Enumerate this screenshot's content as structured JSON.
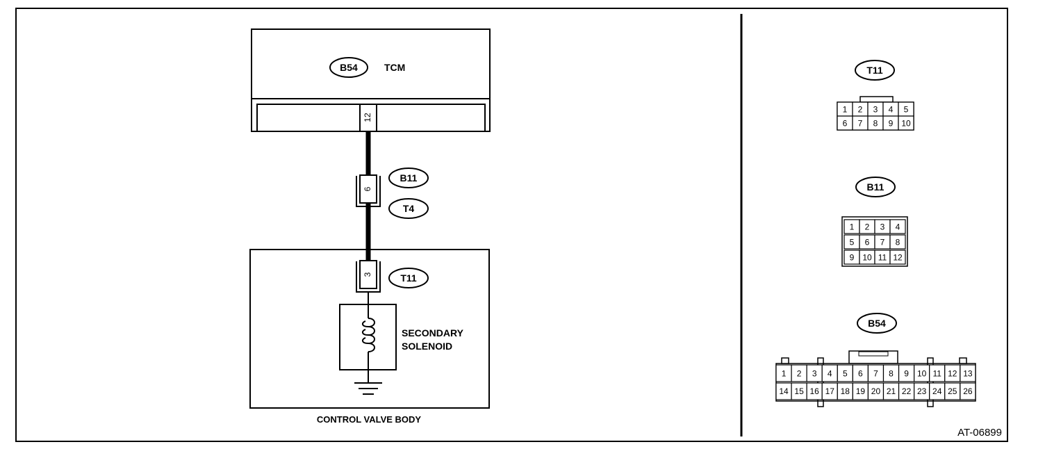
{
  "tcm": {
    "connector": "B54",
    "label": "TCM",
    "pin": "12"
  },
  "joint": {
    "connector_upper": "B11",
    "connector_lower": "T4",
    "pin": "6"
  },
  "valve_body": {
    "label": "CONTROL VALVE BODY",
    "connector": "T11",
    "pin": "3",
    "component_line1": "SECONDARY",
    "component_line2": "SOLENOID"
  },
  "connector_views": {
    "t11": {
      "name": "T11",
      "row1": [
        "1",
        "2",
        "3",
        "4",
        "5"
      ],
      "row2": [
        "6",
        "7",
        "8",
        "9",
        "10"
      ]
    },
    "b11": {
      "name": "B11",
      "row1": [
        "1",
        "2",
        "3",
        "4"
      ],
      "row2": [
        "5",
        "6",
        "7",
        "8"
      ],
      "row3": [
        "9",
        "10",
        "11",
        "12"
      ]
    },
    "b54": {
      "name": "B54",
      "row1": [
        "1",
        "2",
        "3",
        "4",
        "5",
        "6",
        "7",
        "8",
        "9",
        "10",
        "11",
        "12",
        "13"
      ],
      "row2": [
        "14",
        "15",
        "16",
        "17",
        "18",
        "19",
        "20",
        "21",
        "22",
        "23",
        "24",
        "25",
        "26"
      ]
    }
  },
  "figure_code": "AT-06899"
}
